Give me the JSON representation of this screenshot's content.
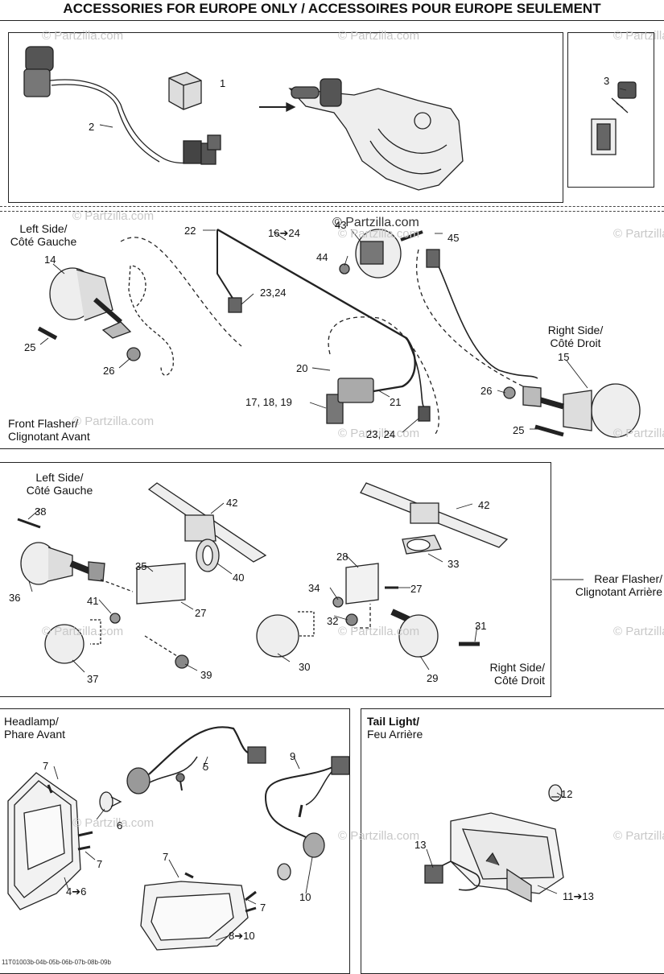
{
  "header": {
    "title": "ACCESSORIES FOR EUROPE ONLY / ACCESSOIRES POUR EUROPE SEULEMENT"
  },
  "watermark": "© Partzilla.com",
  "callouts": {
    "c1": "1",
    "c2": "2",
    "c3": "3",
    "c4_6": "4➔6",
    "c5": "5",
    "c6": "6",
    "c7a": "7",
    "c7b": "7",
    "c7c": "7",
    "c7d": "7",
    "c8_10": "8➔10",
    "c9": "9",
    "c10": "10",
    "c11_13": "11➔13",
    "c12": "12",
    "c13": "13",
    "c14": "14",
    "c15": "15",
    "c16_24": "16➔24",
    "c17_19": "17, 18, 19",
    "c20": "20",
    "c21": "21",
    "c22": "22",
    "c23_24a": "23,24",
    "c23_24b": "23, 24",
    "c25a": "25",
    "c25b": "25",
    "c26a": "26",
    "c26b": "26",
    "c27a": "27",
    "c27b": "27",
    "c28": "28",
    "c29": "29",
    "c30": "30",
    "c31": "31",
    "c32": "32",
    "c33": "33",
    "c34": "34",
    "c35": "35",
    "c36": "36",
    "c37": "37",
    "c38": "38",
    "c39": "39",
    "c40": "40",
    "c41": "41",
    "c42a": "42",
    "c42b": "42",
    "c43": "43",
    "c44": "44",
    "c45": "45"
  },
  "captions": {
    "front_left_1": "Left Side/",
    "front_left_2": "Côté Gauche",
    "front_right_1": "Right Side/",
    "front_right_2": "Côté Droit",
    "front_flasher_1": "Front Flasher/",
    "front_flasher_2": "Clignotant Avant",
    "rear_left_1": "Left Side/",
    "rear_left_2": "Côté Gauche",
    "rear_right_1": "Right Side/",
    "rear_right_2": "Côté Droit",
    "rear_flasher_1": "Rear Flasher/",
    "rear_flasher_2": "Clignotant Arrière",
    "headlamp_1": "Headlamp/",
    "headlamp_2": "Phare Avant",
    "tail_1": "Tail Light/",
    "tail_2": "Feu Arrière"
  },
  "footer": {
    "code": "11T01003b-04b-05b-06b-07b-08b-09b"
  }
}
